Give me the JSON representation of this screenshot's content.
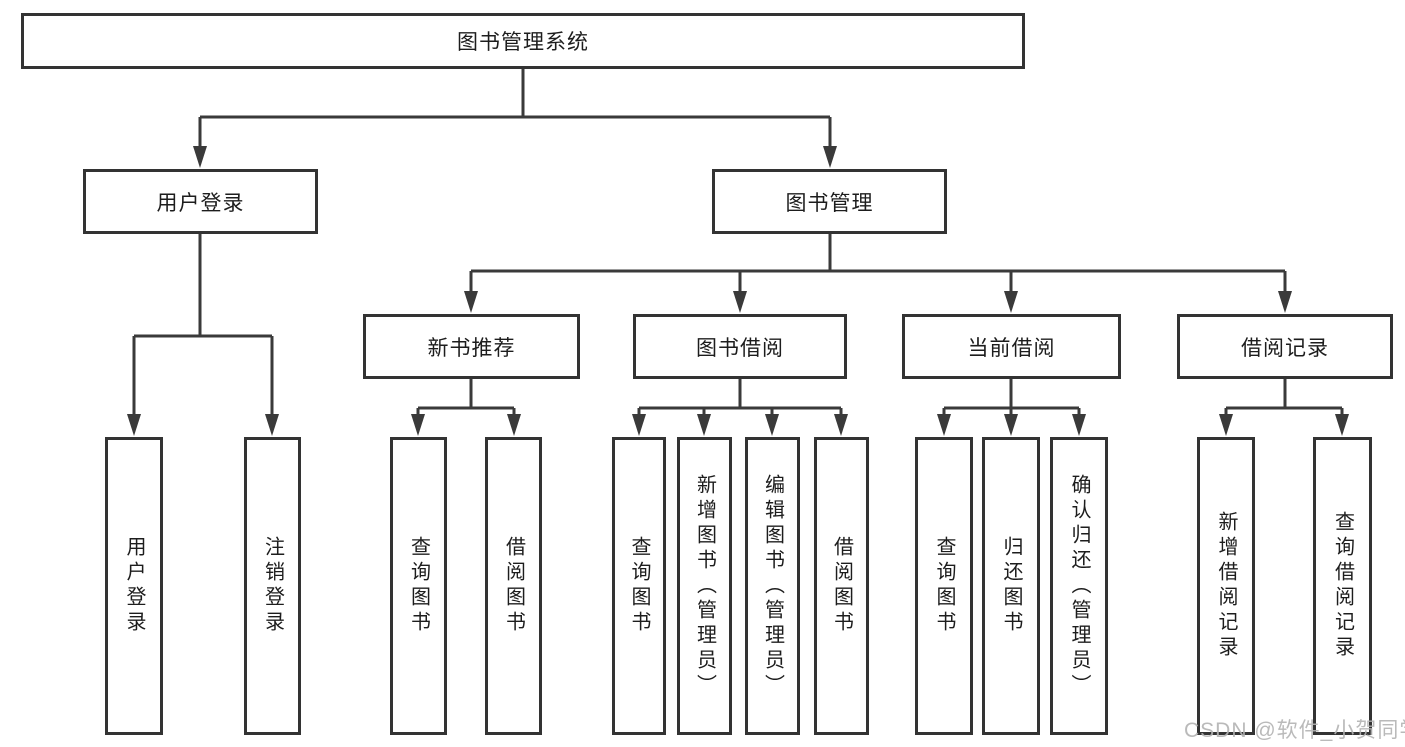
{
  "diagram": {
    "type": "hierarchy",
    "tree": {
      "label": "图书管理系统",
      "children": [
        {
          "label": "用户登录",
          "children": [
            {
              "label": "用户登录"
            },
            {
              "label": "注销登录"
            }
          ]
        },
        {
          "label": "图书管理",
          "children": [
            {
              "label": "新书推荐",
              "children": [
                {
                  "label": "查询图书"
                },
                {
                  "label": "借阅图书"
                }
              ]
            },
            {
              "label": "图书借阅",
              "children": [
                {
                  "label": "查询图书"
                },
                {
                  "label": "新增图书（管理员）"
                },
                {
                  "label": "编辑图书（管理员）"
                },
                {
                  "label": "借阅图书"
                }
              ]
            },
            {
              "label": "当前借阅",
              "children": [
                {
                  "label": "查询图书"
                },
                {
                  "label": "归还图书"
                },
                {
                  "label": "确认归还（管理员）"
                }
              ]
            },
            {
              "label": "借阅记录",
              "children": [
                {
                  "label": "新增借阅记录"
                },
                {
                  "label": "查询借阅记录"
                }
              ]
            }
          ]
        }
      ]
    },
    "colors": {
      "line": "#3a3a3a",
      "box_border": "#333333",
      "text": "#1d1d1d",
      "background": "#ffffff",
      "watermark_text": "#b3b3b3"
    }
  },
  "watermark": {
    "text": "CSDN @软件_小贺同学"
  }
}
